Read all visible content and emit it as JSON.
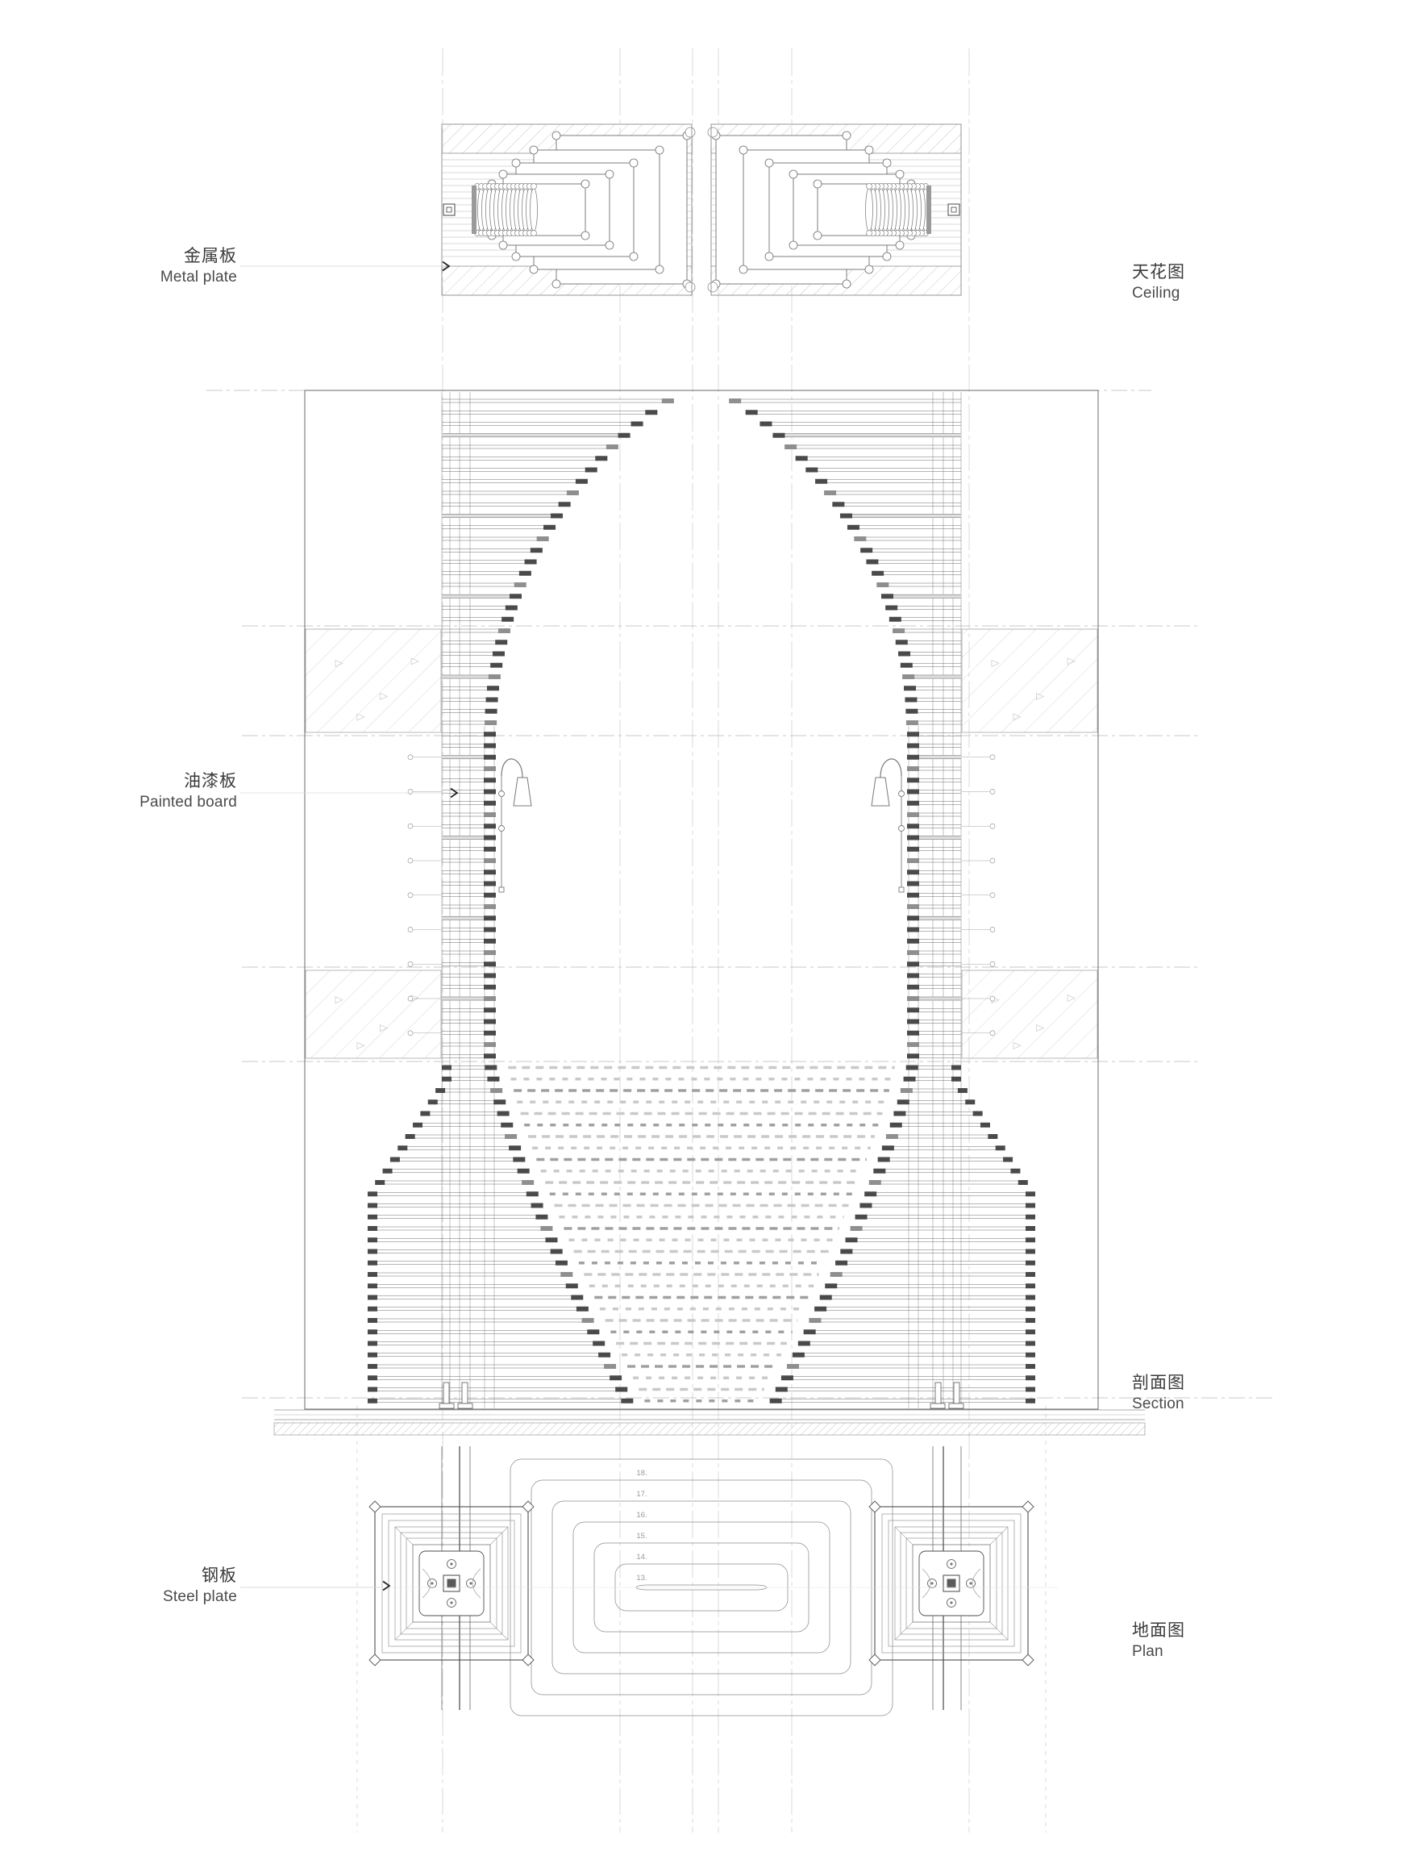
{
  "labels": {
    "metal_plate": {
      "zh": "金属板",
      "en": "Metal plate"
    },
    "ceiling_view": {
      "zh": "天花图",
      "en": "Ceiling"
    },
    "painted_board": {
      "zh": "油漆板",
      "en": "Painted board"
    },
    "section_view": {
      "zh": "剖面图",
      "en": "Section"
    },
    "steel_plate": {
      "zh": "钢板",
      "en": "Steel plate"
    },
    "plan_view": {
      "zh": "地面图",
      "en": "Plan"
    }
  },
  "plan_step_numbers": [
    "18.",
    "17.",
    "16.",
    "15.",
    "14.",
    "13."
  ],
  "colors": {
    "background": "#ffffff",
    "line_dark": "#3f3f3f",
    "line_mid": "#6f6f6f",
    "line_light": "#b8b8b8",
    "hatch": "#c8c8c8",
    "grid": "#d2d2d2",
    "text": "#3a3a3a",
    "step_number": "#9a9a9a"
  }
}
